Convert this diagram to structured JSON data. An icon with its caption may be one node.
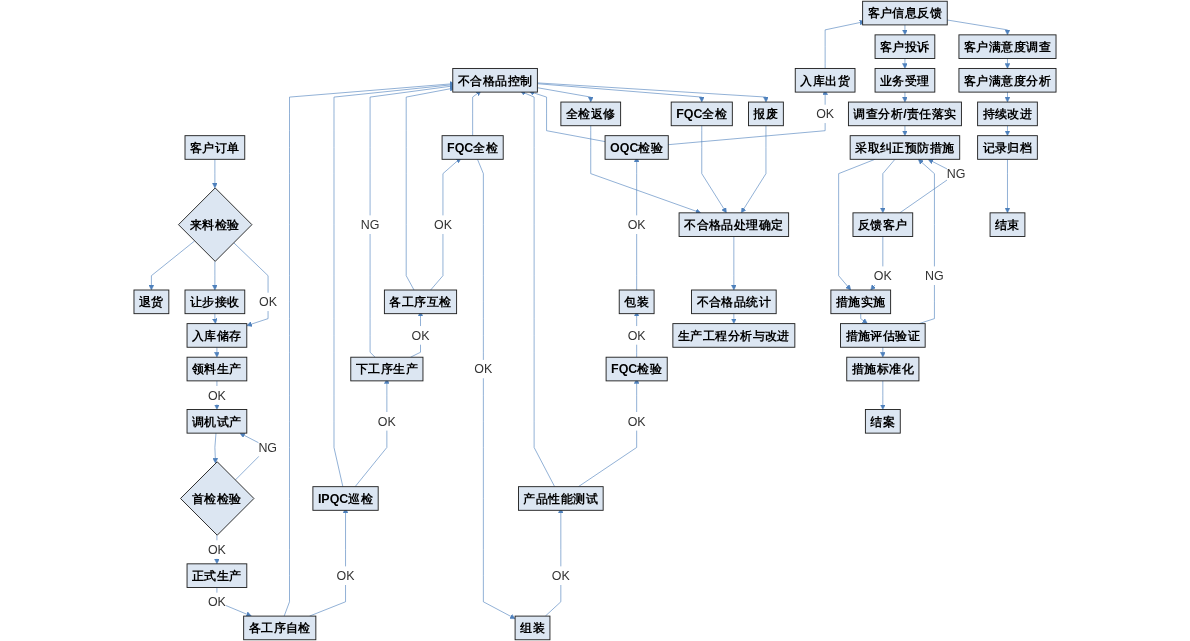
{
  "diagram": {
    "nodes": [
      {
        "text": [
          "客户订单"
        ]
      },
      {
        "text": [
          "退货"
        ]
      },
      {
        "text": [
          "来料检验"
        ]
      },
      {
        "text": [
          "让步接收"
        ]
      },
      {
        "text": [
          "入库储存"
        ]
      },
      {
        "text": [
          "领料生产"
        ]
      },
      {
        "text": [
          "调机试产"
        ]
      },
      {
        "text": [
          "首检检验"
        ]
      },
      {
        "text": [
          "正式生产"
        ]
      },
      {
        "text": [
          "各工序自检"
        ]
      },
      {
        "text": [
          "IPQC巡检"
        ]
      },
      {
        "text": [
          "下工序生产"
        ]
      },
      {
        "text": [
          "各工序互检"
        ]
      },
      {
        "text": [
          "FQC全检"
        ]
      },
      {
        "text": [
          "生产工程分析与改进"
        ]
      },
      {
        "text": [
          "不合格品统计"
        ]
      },
      {
        "text": [
          "不合格品处理确定"
        ]
      },
      {
        "text": [
          "全检返修"
        ]
      },
      {
        "text": [
          "FQC全检"
        ]
      },
      {
        "text": [
          "报废"
        ]
      },
      {
        "text": [
          "不合格品控制"
        ]
      },
      {
        "text": [
          "客户信息反馈"
        ]
      },
      {
        "text": [
          "入库出货"
        ]
      },
      {
        "text": [
          "OQC检验"
        ]
      },
      {
        "text": [
          "包装"
        ]
      },
      {
        "text": [
          "FQC检验"
        ]
      },
      {
        "text": [
          "产品性能测试"
        ]
      },
      {
        "text": [
          "组装"
        ]
      },
      {
        "text": [
          "客户投诉"
        ]
      },
      {
        "text": [
          "业务受理"
        ]
      },
      {
        "text": [
          "调查分析/责任落实"
        ]
      },
      {
        "text": [
          "采取纠正预防措施"
        ]
      },
      {
        "text": [
          "措施实施"
        ]
      },
      {
        "text": [
          "反馈客户"
        ]
      },
      {
        "text": [
          "措施评估验证"
        ]
      },
      {
        "text": [
          "措施标准化"
        ]
      },
      {
        "text": [
          "结案"
        ]
      },
      {
        "text": [
          "客户满意度调查"
        ]
      },
      {
        "text": [
          "客户满意度分析"
        ]
      },
      {
        "text": [
          "持续改进"
        ]
      },
      {
        "text": [
          "记录归档"
        ]
      },
      {
        "text": [
          "结束"
        ]
      }
    ],
    "edges": [
      {
        "from": 0,
        "to": 2,
        "arrow": "to"
      },
      {
        "from": 2,
        "to": 1,
        "arrow": "to"
      },
      {
        "from": 2,
        "to": 3,
        "arrow": "to"
      },
      {
        "from": 2,
        "to": 4,
        "arrow": "to",
        "label": "OK"
      },
      {
        "from": 3,
        "to": 4,
        "arrow": "to"
      },
      {
        "from": 4,
        "to": 5,
        "arrow": "to"
      },
      {
        "from": 5,
        "to": 6,
        "arrow": "to",
        "label": "OK"
      },
      {
        "from": 6,
        "to": 7,
        "arrow": "to"
      },
      {
        "from": 7,
        "to": 6,
        "arrow": "to",
        "label": "NG"
      },
      {
        "from": 7,
        "to": 8,
        "arrow": "to",
        "label": "OK"
      },
      {
        "from": 8,
        "to": 9,
        "arrow": "to",
        "label": "OK"
      },
      {
        "from": 9,
        "to": 10,
        "arrow": "to",
        "label": "OK"
      },
      {
        "from": 10,
        "to": 11,
        "arrow": "to",
        "label": "OK"
      },
      {
        "from": 11,
        "to": 12,
        "arrow": "to",
        "label": "OK"
      },
      {
        "from": 12,
        "to": 13,
        "arrow": "to",
        "label": "OK"
      },
      {
        "from": 13,
        "to": 27,
        "arrow": "to",
        "label": "OK"
      },
      {
        "from": 27,
        "to": 26,
        "arrow": "to",
        "label": "OK"
      },
      {
        "from": 26,
        "to": 25,
        "arrow": "to",
        "label": "OK"
      },
      {
        "from": 25,
        "to": 24,
        "arrow": "to",
        "label": "OK"
      },
      {
        "from": 24,
        "to": 23,
        "arrow": "to",
        "label": "OK"
      },
      {
        "from": 23,
        "to": 22,
        "arrow": "to",
        "label": "OK"
      },
      {
        "from": 22,
        "to": 21,
        "arrow": "to"
      },
      {
        "from": 9,
        "to": 20,
        "arrow": "to"
      },
      {
        "from": 10,
        "to": 20,
        "arrow": "to"
      },
      {
        "from": 11,
        "to": 20,
        "arrow": "to",
        "label": "NG"
      },
      {
        "from": 12,
        "to": 20,
        "arrow": "to"
      },
      {
        "from": 13,
        "to": 20,
        "arrow": "to"
      },
      {
        "from": 26,
        "to": 20,
        "arrow": "to"
      },
      {
        "from": 23,
        "to": 20,
        "arrow": "to"
      },
      {
        "from": 20,
        "to": 17,
        "arrow": "to"
      },
      {
        "from": 20,
        "to": 18,
        "arrow": "to"
      },
      {
        "from": 20,
        "to": 19,
        "arrow": "to"
      },
      {
        "from": 17,
        "to": 16,
        "arrow": "to"
      },
      {
        "from": 18,
        "to": 16,
        "arrow": "to"
      },
      {
        "from": 19,
        "to": 16,
        "arrow": "to"
      },
      {
        "from": 16,
        "to": 15,
        "arrow": "to"
      },
      {
        "from": 15,
        "to": 14,
        "arrow": "to"
      },
      {
        "from": 21,
        "to": 28,
        "arrow": "to"
      },
      {
        "from": 21,
        "to": 37,
        "arrow": "to"
      },
      {
        "from": 28,
        "to": 29,
        "arrow": "to"
      },
      {
        "from": 29,
        "to": 30,
        "arrow": "to"
      },
      {
        "from": 30,
        "to": 31,
        "arrow": "to"
      },
      {
        "from": 31,
        "to": 32,
        "arrow": "to"
      },
      {
        "from": 31,
        "to": 33,
        "arrow": "to"
      },
      {
        "from": 33,
        "to": 32,
        "arrow": "to",
        "label": "OK"
      },
      {
        "from": 33,
        "to": 31,
        "arrow": "to",
        "label": "NG"
      },
      {
        "from": 32,
        "to": 34,
        "arrow": "to"
      },
      {
        "from": 34,
        "to": 31,
        "arrow": "to",
        "label": "NG"
      },
      {
        "from": 34,
        "to": 35,
        "arrow": "to"
      },
      {
        "from": 35,
        "to": 36,
        "arrow": "to"
      },
      {
        "from": 37,
        "to": 38,
        "arrow": "to"
      },
      {
        "from": 38,
        "to": 39,
        "arrow": "to"
      },
      {
        "from": 39,
        "to": 40,
        "arrow": "to"
      },
      {
        "from": 40,
        "to": 41,
        "arrow": "to"
      }
    ]
  }
}
